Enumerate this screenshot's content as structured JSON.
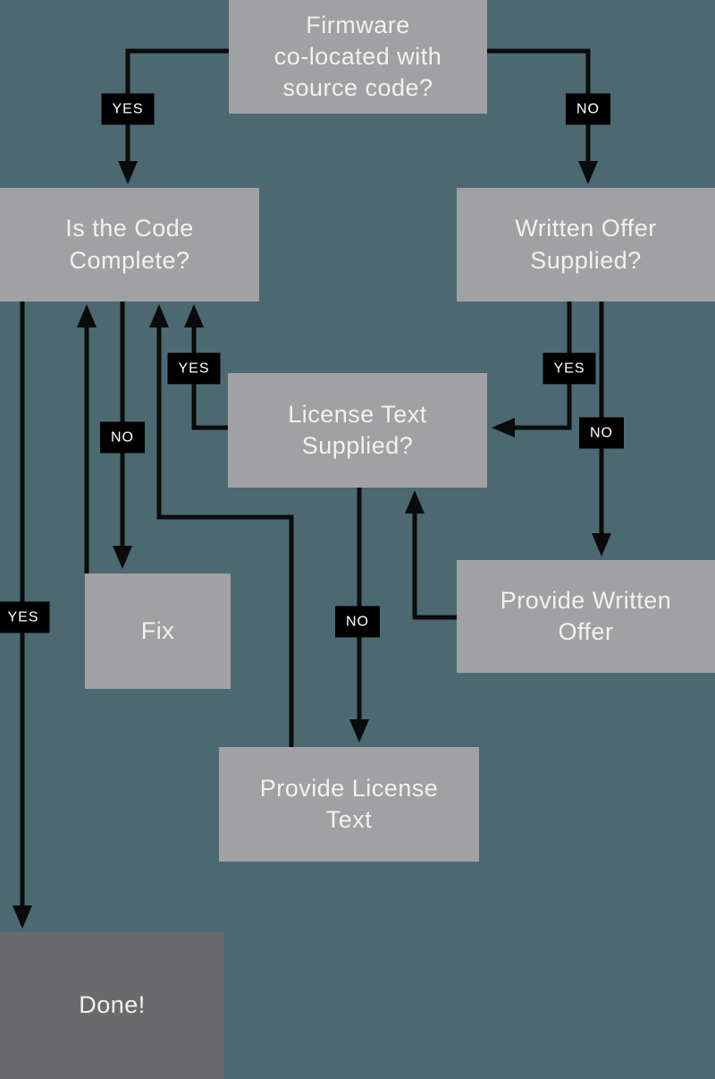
{
  "colors": {
    "background": "#4c6971",
    "node_fill": "#a1a1a4",
    "done_fill": "#6a6a6c",
    "edge_color": "#0b0b0b",
    "node_text": "#f1f1f2",
    "label_bg": "#000000",
    "label_text": "#ffffff"
  },
  "diagram": {
    "type": "flowchart",
    "nodes": [
      {
        "id": "firmware",
        "label": "Firmware\nco-located with\nsource code?"
      },
      {
        "id": "code-complete",
        "label": "Is the Code\nComplete?"
      },
      {
        "id": "written-offer",
        "label": "Written Offer\nSupplied?"
      },
      {
        "id": "license-text",
        "label": "License Text\nSupplied?"
      },
      {
        "id": "fix",
        "label": "Fix"
      },
      {
        "id": "provide-written-offer",
        "label": "Provide Written\nOffer"
      },
      {
        "id": "provide-license-text",
        "label": "Provide License\nText"
      },
      {
        "id": "done",
        "label": "Done!"
      }
    ],
    "edges": [
      {
        "from": "firmware",
        "to": "code-complete",
        "label": "YES"
      },
      {
        "from": "firmware",
        "to": "written-offer",
        "label": "NO"
      },
      {
        "from": "code-complete",
        "to": "done",
        "label": "YES"
      },
      {
        "from": "code-complete",
        "to": "fix",
        "label": "NO"
      },
      {
        "from": "fix",
        "to": "code-complete",
        "label": ""
      },
      {
        "from": "license-text",
        "to": "code-complete",
        "label": "YES"
      },
      {
        "from": "provide-license-text",
        "to": "code-complete",
        "label": ""
      },
      {
        "from": "license-text",
        "to": "provide-license-text",
        "label": "NO"
      },
      {
        "from": "provide-written-offer",
        "to": "license-text",
        "label": ""
      },
      {
        "from": "written-offer",
        "to": "license-text",
        "label": "YES"
      },
      {
        "from": "written-offer",
        "to": "provide-written-offer",
        "label": "NO"
      }
    ]
  }
}
